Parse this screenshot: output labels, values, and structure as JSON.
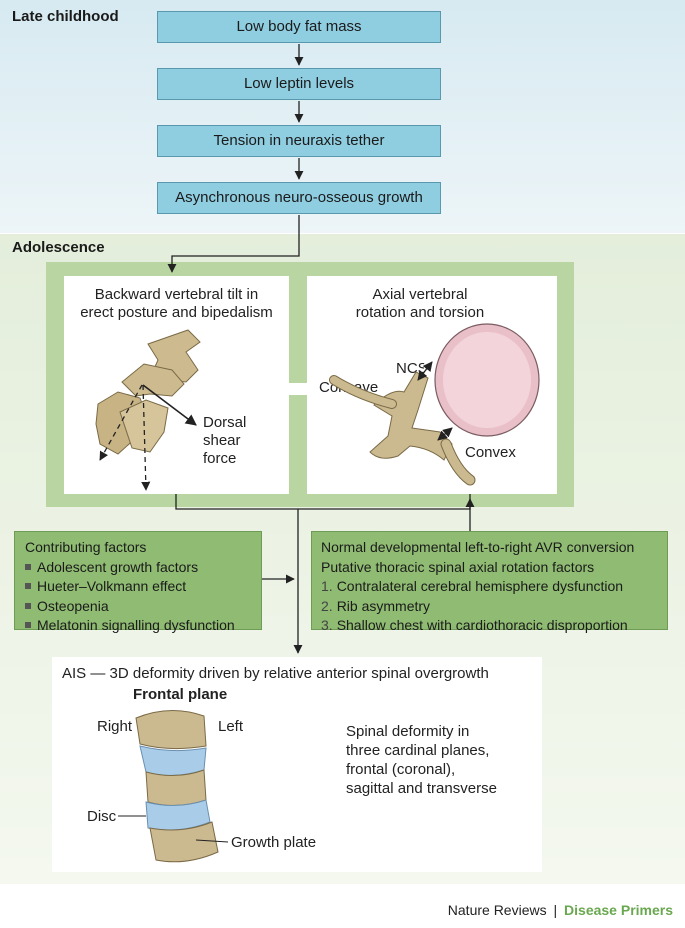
{
  "sections": {
    "late_childhood": "Late childhood",
    "adolescence": "Adolescence"
  },
  "flow": [
    "Low body fat mass",
    "Low leptin levels",
    "Tension in neuraxis tether",
    "Asynchronous neuro-osseous growth"
  ],
  "left_panel": {
    "title_line1": "Backward vertebral tilt in",
    "title_line2": "erect posture and bipedalism",
    "force_line1": "Dorsal",
    "force_line2": "shear",
    "force_line3": "force"
  },
  "right_panel": {
    "title_line1": "Axial vertebral",
    "title_line2": "rotation and torsion",
    "ncs": "NCS",
    "concave": "Concave",
    "convex": "Convex"
  },
  "contributing": {
    "title": "Contributing factors",
    "items": [
      "Adolescent growth factors",
      "Hueter–Volkmann effect",
      "Osteopenia",
      "Melatonin signalling dysfunction"
    ]
  },
  "avr": {
    "line1": "Normal developmental left-to-right AVR conversion",
    "line2": "Putative thoracic spinal axial rotation factors",
    "items": [
      {
        "num": "1.",
        "text": "Contralateral cerebral hemisphere dysfunction"
      },
      {
        "num": "2.",
        "text": "Rib asymmetry"
      },
      {
        "num": "3.",
        "text": "Shallow chest with cardiothoracic disproportion"
      }
    ]
  },
  "ais": {
    "title": "AIS — 3D deformity driven by relative anterior spinal overgrowth",
    "frontal": "Frontal plane",
    "right": "Right",
    "left": "Left",
    "disc": "Disc",
    "growth_plate": "Growth plate",
    "desc1": "Spinal deformity in",
    "desc2": "three cardinal planes,",
    "desc3": "frontal (coronal),",
    "desc4": "sagittal and transverse"
  },
  "footer": {
    "journal": "Nature Reviews",
    "separator": "|",
    "series": "Disease Primers"
  },
  "colors": {
    "flow_box": "#8fcde0",
    "green_box": "#8fbb72",
    "bone": "#cbb98f",
    "disc": "#a9cde9",
    "brand_green": "#6aa84f"
  }
}
